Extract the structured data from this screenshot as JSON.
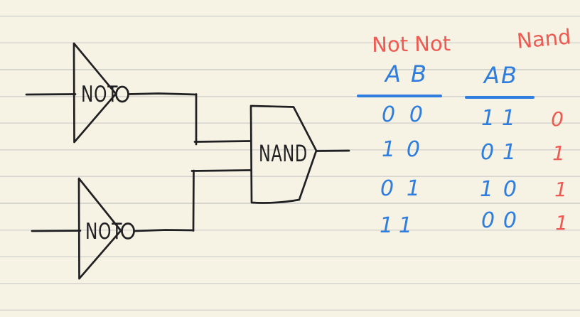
{
  "page": {
    "paper_color": "#f6f2e4",
    "rule_color": "#d6d5cf",
    "ink_black": "#202022",
    "ink_blue": "#2e7ddf",
    "ink_red": "#ee5a52"
  },
  "circuit": {
    "not_gate_top": {
      "label": "NOT"
    },
    "not_gate_bottom": {
      "label": "NOT"
    },
    "nand_gate": {
      "label": "NAND"
    }
  },
  "tables": {
    "not_not": {
      "title": "Not Not",
      "headers": [
        "A",
        "B"
      ],
      "rows": [
        [
          "0",
          "0"
        ],
        [
          "1",
          "0"
        ],
        [
          "0",
          "1"
        ],
        [
          "1",
          "1"
        ]
      ]
    },
    "nand": {
      "title": "Nand",
      "headers": [
        "A",
        "B"
      ],
      "rows": [
        [
          "1",
          "1"
        ],
        [
          "0",
          "1"
        ],
        [
          "1",
          "0"
        ],
        [
          "0",
          "0"
        ]
      ],
      "outputs": [
        "0",
        "1",
        "1",
        "1"
      ]
    }
  }
}
